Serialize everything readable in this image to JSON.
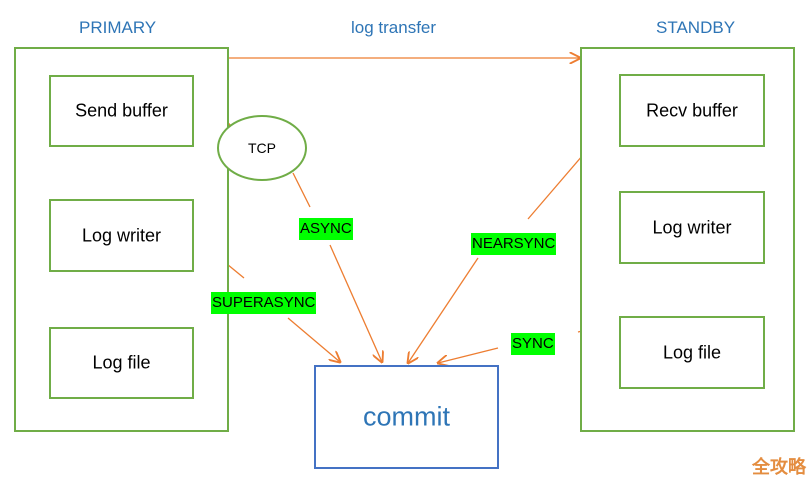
{
  "primary": {
    "title": "PRIMARY",
    "send_buffer": "Send buffer",
    "log_writer": "Log writer",
    "log_file": "Log file"
  },
  "standby": {
    "title": "STANDBY",
    "recv_buffer": "Recv buffer",
    "log_writer": "Log writer",
    "log_file": "Log file"
  },
  "transfer_label": "log transfer",
  "tcp_label": "TCP",
  "modes": {
    "async": "ASYNC",
    "nearsync": "NEARSYNC",
    "superasync": "SUPERASYNC",
    "sync": "SYNC"
  },
  "commit_label": "commit",
  "watermark": "全攻略",
  "colors": {
    "container_border": "#70ad47",
    "arrow": "#ed7d31",
    "title_text": "#2e75b6",
    "commit_border": "#4472c4",
    "mode_highlight": "#00ff00"
  }
}
